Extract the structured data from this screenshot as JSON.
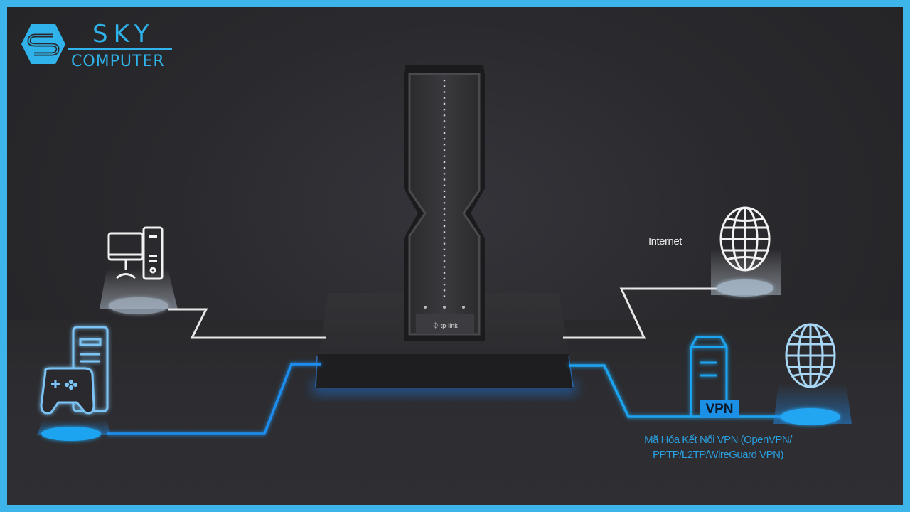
{
  "brand": {
    "line1": "SKY",
    "line2": "COMPUTER",
    "color": "#2fb3ea",
    "frame_color": "#3db4ea"
  },
  "device": {
    "name": "router-tower",
    "logo_text": "tp-link"
  },
  "nodes": {
    "internet": {
      "label": "Internet",
      "icon": "globe-icon"
    },
    "vpn_globe": {
      "icon": "globe-icon"
    },
    "vpn_server": {
      "icon": "server-icon",
      "badge": "VPN"
    },
    "pc": {
      "icon": "desktop-computer-icon"
    },
    "gaming": {
      "icon": "gamepad-tower-icon"
    }
  },
  "captions": {
    "vpn_line1": "Mã Hóa Kết Nối VPN (OpenVPN/",
    "vpn_line2": "PPTP/L2TP/WireGuard VPN)"
  },
  "colors": {
    "wire_white": "#e8e8e8",
    "wire_blue": "#1f8ef0",
    "background": "#2a2a2e"
  }
}
